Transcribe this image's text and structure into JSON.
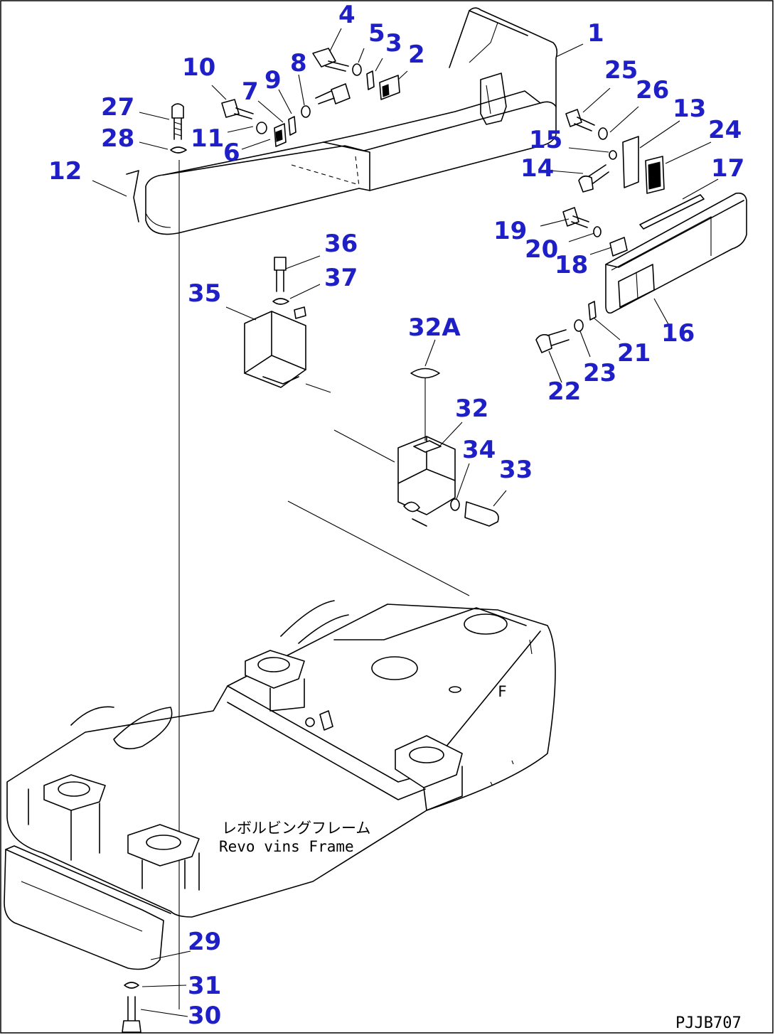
{
  "diagram": {
    "frame_label_jp": "レボルビングフレーム",
    "frame_label_en": "Revo vins Frame",
    "frame_letter": "F",
    "drawing_code": "PJJB707",
    "part_label_color": "#1f1fc8"
  },
  "part_labels": [
    {
      "key": "p1",
      "text": "1"
    },
    {
      "key": "p2",
      "text": "2"
    },
    {
      "key": "p3",
      "text": "3"
    },
    {
      "key": "p4",
      "text": "4"
    },
    {
      "key": "p5",
      "text": "5"
    },
    {
      "key": "p6",
      "text": "6"
    },
    {
      "key": "p7",
      "text": "7"
    },
    {
      "key": "p8",
      "text": "8"
    },
    {
      "key": "p9",
      "text": "9"
    },
    {
      "key": "p10",
      "text": "10"
    },
    {
      "key": "p11",
      "text": "11"
    },
    {
      "key": "p12",
      "text": "12"
    },
    {
      "key": "p13",
      "text": "13"
    },
    {
      "key": "p14",
      "text": "14"
    },
    {
      "key": "p15",
      "text": "15"
    },
    {
      "key": "p16",
      "text": "16"
    },
    {
      "key": "p17",
      "text": "17"
    },
    {
      "key": "p18",
      "text": "18"
    },
    {
      "key": "p19",
      "text": "19"
    },
    {
      "key": "p20",
      "text": "20"
    },
    {
      "key": "p21",
      "text": "21"
    },
    {
      "key": "p22",
      "text": "22"
    },
    {
      "key": "p23",
      "text": "23"
    },
    {
      "key": "p24",
      "text": "24"
    },
    {
      "key": "p25",
      "text": "25"
    },
    {
      "key": "p26",
      "text": "26"
    },
    {
      "key": "p27",
      "text": "27"
    },
    {
      "key": "p28",
      "text": "28"
    },
    {
      "key": "p29",
      "text": "29"
    },
    {
      "key": "p30",
      "text": "30"
    },
    {
      "key": "p31",
      "text": "31"
    },
    {
      "key": "p32",
      "text": "32"
    },
    {
      "key": "p32A",
      "text": "32A"
    },
    {
      "key": "p33",
      "text": "33"
    },
    {
      "key": "p34",
      "text": "34"
    },
    {
      "key": "p35",
      "text": "35"
    },
    {
      "key": "p36",
      "text": "36"
    },
    {
      "key": "p37",
      "text": "37"
    }
  ]
}
